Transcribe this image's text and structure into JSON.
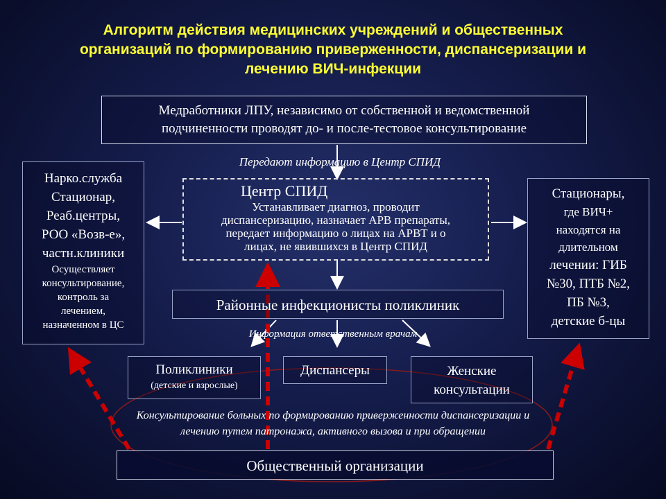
{
  "title": {
    "lines": [
      "Алгоритм действия медицинских учреждений и общественных",
      "организаций по формированию приверженности, диспансеризации и",
      "лечению ВИЧ-инфекции"
    ]
  },
  "top_box": {
    "lines": [
      "Медработники ЛПУ, независимо от собственной и ведомственной",
      "подчиненности проводят до- и после-тестовое консультирование"
    ]
  },
  "label_transfer": "Передают информацию в Центр СПИД",
  "center": {
    "heading": "Центр СПИД",
    "lines": [
      "Устанавливает диагноз, проводит",
      "диспансеризацию, назначает АРВ препараты,",
      "передает информацию о лицах на АРВТ и о",
      "лицах, не явившихся в Центр СПИД"
    ]
  },
  "left_box": {
    "main_lines": [
      "Нарко.служба",
      "Стационар,",
      "Реаб.центры,",
      "РОО «Возв-е»,",
      "частн.клиники"
    ],
    "sub_lines": [
      "Осуществляет",
      "консультирование,",
      "контроль за",
      "лечением,",
      "назначенном в ЦС"
    ]
  },
  "right_box": {
    "lines": [
      "Стационары,",
      "где ВИЧ+",
      "находятся на",
      "длительном",
      "лечении: ГИБ",
      "№30, ПТБ №2,",
      "ПБ №3,",
      "детские б-цы"
    ]
  },
  "district": "Районные инфекционисты поликлиник",
  "label_info": "Информация ответственным врачам",
  "clinics": {
    "title": "Поликлиники",
    "sub": "(детские и взрослые)"
  },
  "dispensaries": "Диспансеры",
  "womens": {
    "lines": [
      "Женские",
      "консультации"
    ]
  },
  "consult": {
    "lines": [
      "Консультирование больных по формированию приверженности диспансеризации и",
      "лечению путем патронажа, активного вызова и при обращении"
    ]
  },
  "public_orgs": "Общественный организации",
  "colors": {
    "title": "#ffff33",
    "dashed_arrow": "#cc0000",
    "ellipse": "#8a1a1a",
    "border": "#9aa4c8"
  }
}
